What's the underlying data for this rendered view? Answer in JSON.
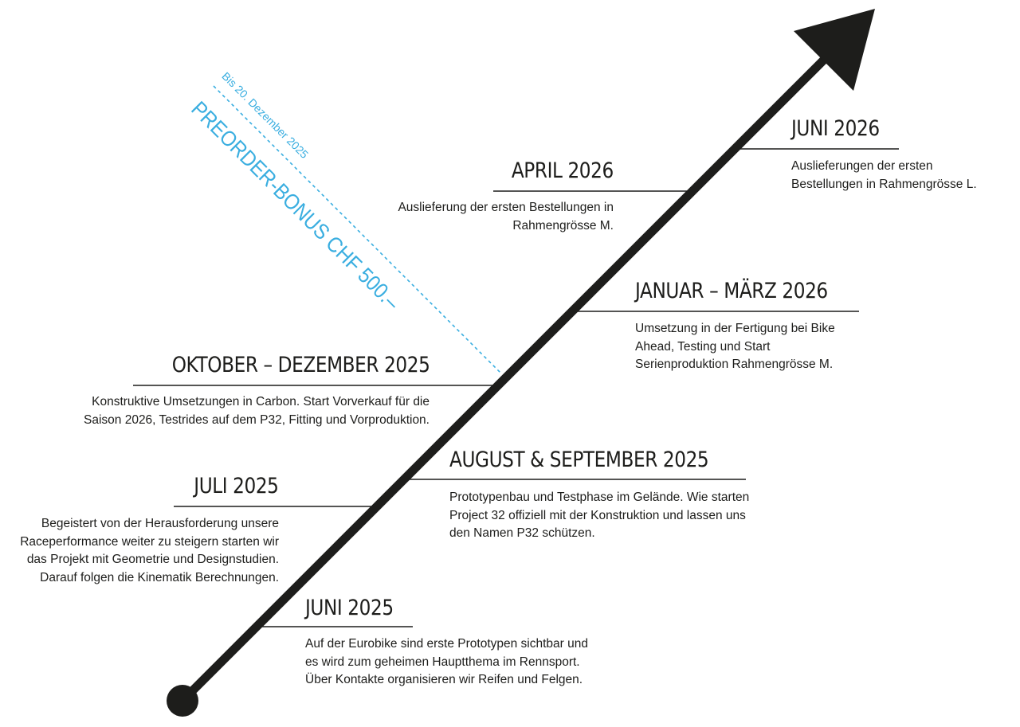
{
  "promo": {
    "title": "PREORDER-BONUS CHF 500.–",
    "date": "Bis 20. Dezember 2025",
    "color": "#3aaee0"
  },
  "milestones": {
    "juni_2025": {
      "title": "JUNI 2025",
      "lines": [
        "Auf der Eurobike sind erste Prototypen sichtbar und",
        "es wird zum geheimen Hauptthema im Rennsport.",
        "Über Kontakte organisieren wir Reifen und Felgen."
      ]
    },
    "juli_2025": {
      "title": "JULI 2025",
      "lines": [
        "Begeistert von der Herausforderung unsere",
        "Raceperformance weiter zu steigern starten wir",
        "das Projekt mit Geometrie und Designstudien.",
        "Darauf folgen die Kinematik Berechnungen."
      ]
    },
    "aug_sep_2025": {
      "title": "AUGUST & SEPTEMBER 2025",
      "lines": [
        "Prototypenbau und Testphase im Gelände. Wie starten",
        "Project 32 offiziell mit der Konstruktion und lassen uns",
        "den Namen P32 schützen."
      ]
    },
    "okt_dez_2025": {
      "title": "OKTOBER – DEZEMBER 2025",
      "lines": [
        "Konstruktive Umsetzungen in Carbon. Start Vorverkauf für die",
        "Saison 2026, Testrides auf dem P32, Fitting und Vorproduktion."
      ]
    },
    "jan_mar_2026": {
      "title": "JANUAR – MÄRZ 2026",
      "lines": [
        "Umsetzung in der Fertigung bei Bike",
        "Ahead, Testing und Start",
        "Serienproduktion Rahmengrösse M."
      ]
    },
    "april_2026": {
      "title": "APRIL 2026",
      "lines": [
        "Auslieferung der ersten Bestellungen in",
        "Rahmengrösse M."
      ]
    },
    "juni_2026": {
      "title": "JUNI 2026",
      "lines": [
        "Auslieferungen der ersten",
        "Bestellungen in Rahmengrösse L."
      ]
    }
  }
}
